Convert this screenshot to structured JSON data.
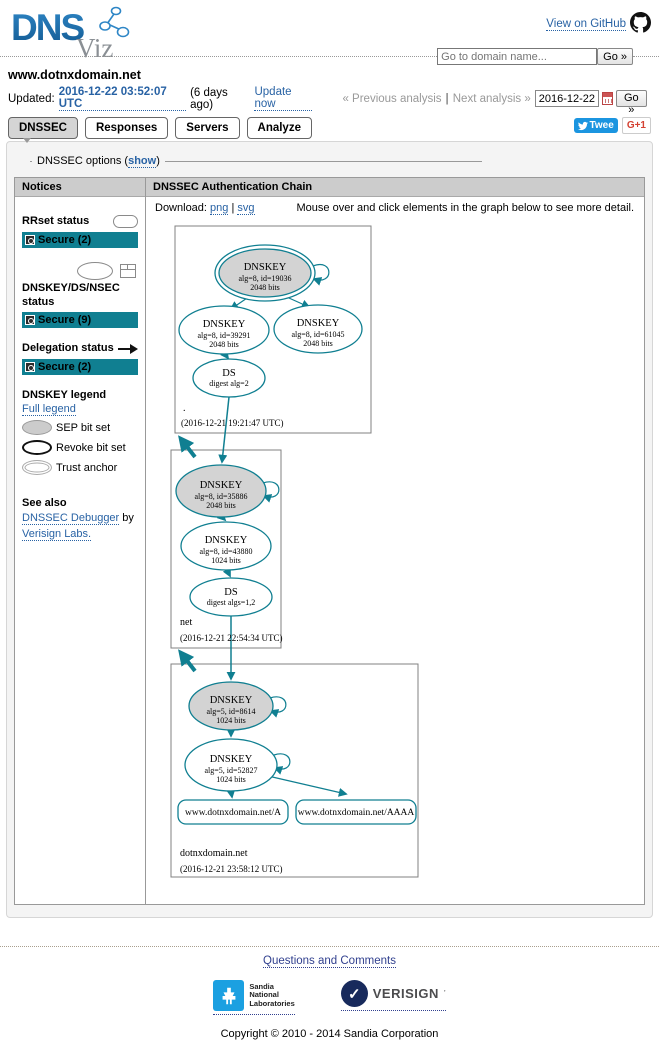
{
  "colors": {
    "secure_teal": "#107f91",
    "link_blue": "#2862a4",
    "logo_blue": "#1d6fb0",
    "tweet_blue": "#1b95e0",
    "gplus_red": "#d44132",
    "sandia_blue": "#1ba0e1",
    "verisign_navy": "#182a5c",
    "node_fill_sep": "#d3d3d3"
  },
  "header": {
    "logo_dns": "DNS",
    "logo_viz": "Viz",
    "github": "View on GitHub",
    "search_placeholder": "Go to domain name...",
    "search_go": "Go »"
  },
  "domain": {
    "name": "www.dotnxdomain.net",
    "updated_label": "Updated:",
    "updated_time": "2016-12-22 03:52:07 UTC",
    "age": "(6 days ago)",
    "update_now": "Update now",
    "prev": "« Previous analysis",
    "divider": "|",
    "next": "Next analysis »",
    "date_value": "2016-12-22",
    "go": "Go »"
  },
  "tabs": {
    "dnssec": "DNSSEC",
    "responses": "Responses",
    "servers": "Servers",
    "analyze": "Analyze"
  },
  "social": {
    "tweet": "Twee",
    "gplus": "G+1"
  },
  "options": {
    "prefix": "DNSSEC options (",
    "show": "show",
    "suffix": ")"
  },
  "notices": {
    "title": "Notices",
    "rrset_heading": "RRset status",
    "rrset_badge": "Secure (2)",
    "dnskey_heading": "DNSKEY/DS/NSEC status",
    "dnskey_badge": "Secure (9)",
    "delegation_heading": "Delegation status",
    "delegation_badge": "Secure (2)",
    "legend_title": "DNSKEY legend",
    "full_legend": "Full legend",
    "legend_sep": "SEP bit set",
    "legend_revoke": "Revoke bit set",
    "legend_trust": "Trust anchor",
    "see_also": "See also",
    "debugger_link": "DNSSEC Debugger",
    "by": "by",
    "verisign_link": "Verisign Labs."
  },
  "main": {
    "title": "DNSSEC Authentication Chain",
    "download": "Download:",
    "png": "png",
    "pipe": "|",
    "svg": "svg",
    "hint": "Mouse over and click elements in the graph below to see more detail."
  },
  "graph": {
    "zones": [
      {
        "name": ".",
        "timestamp": "(2016-12-21 19:21:47 UTC)",
        "nodes": {
          "ksk": {
            "title": "DNSKEY",
            "detail": "alg=8, id=19036",
            "bits": "2048 bits"
          },
          "zsk1": {
            "title": "DNSKEY",
            "detail": "alg=8, id=39291",
            "bits": "2048 bits"
          },
          "zsk2": {
            "title": "DNSKEY",
            "detail": "alg=8, id=61045",
            "bits": "2048 bits"
          },
          "ds": {
            "title": "DS",
            "detail": "digest alg=2"
          }
        }
      },
      {
        "name": "net",
        "timestamp": "(2016-12-21 22:54:34 UTC)",
        "nodes": {
          "ksk": {
            "title": "DNSKEY",
            "detail": "alg=8, id=35886",
            "bits": "2048 bits"
          },
          "zsk": {
            "title": "DNSKEY",
            "detail": "alg=8, id=43880",
            "bits": "1024 bits"
          },
          "ds": {
            "title": "DS",
            "detail": "digest algs=1,2"
          }
        }
      },
      {
        "name": "dotnxdomain.net",
        "timestamp": "(2016-12-21 23:58:12 UTC)",
        "nodes": {
          "ksk": {
            "title": "DNSKEY",
            "detail": "alg=5, id=8614",
            "bits": "1024 bits"
          },
          "zsk": {
            "title": "DNSKEY",
            "detail": "alg=5, id=52827",
            "bits": "1024 bits"
          },
          "rrset_a": "www.dotnxdomain.net/A",
          "rrset_aaaa": "www.dotnxdomain.net/AAAA"
        }
      }
    ]
  },
  "footer": {
    "questions": "Questions and Comments",
    "sandia1": "Sandia",
    "sandia2": "National",
    "sandia3": "Laboratories",
    "verisign": "VERISIGN",
    "verisign_mark": "’",
    "copyright": "Copyright © 2010 - 2014 Sandia Corporation"
  }
}
